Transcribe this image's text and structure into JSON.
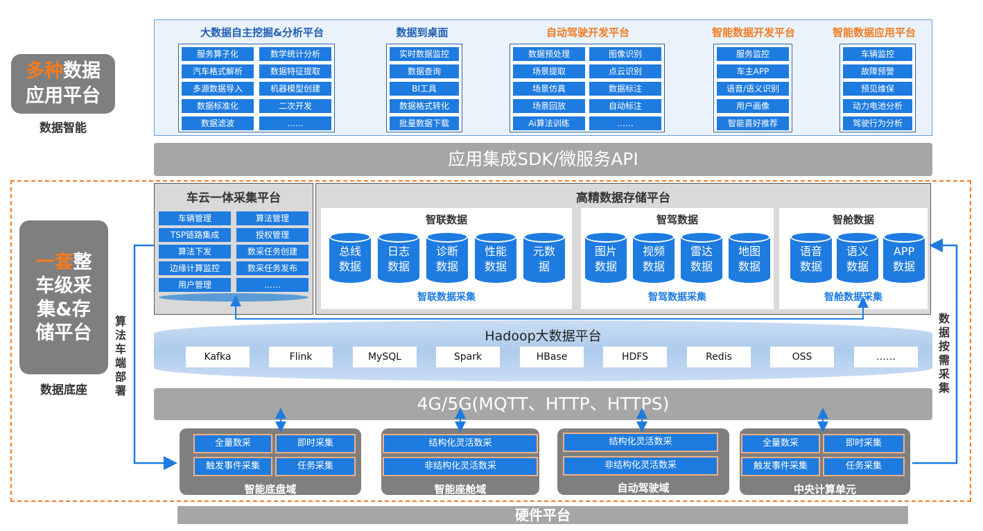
{
  "left": {
    "top_box": {
      "highlight": "多种",
      "line1_rest": "数据",
      "line2": "应用平台"
    },
    "top_caption": "数据智能",
    "mid_box": {
      "highlight": "一套",
      "line1_rest": "整",
      "line2": "车级采",
      "line3": "集&存",
      "line4": "储平台"
    },
    "mid_caption": "数据底座",
    "vertical_left": [
      "算",
      "法",
      "车",
      "端",
      "部",
      "署"
    ],
    "vertical_right": [
      "数",
      "据",
      "按",
      "需",
      "采",
      "集"
    ]
  },
  "platforms": [
    {
      "title": "大数据自主挖掘&分析平台",
      "color": "blue",
      "cells": [
        "服务算子化",
        "数学统计分析",
        "汽车格式解析",
        "数据特征提取",
        "多源数据导入",
        "机器模型创建",
        "数据标准化",
        "二次开发",
        "数据滤波",
        "……"
      ]
    },
    {
      "title": "数据到桌面",
      "color": "blue",
      "cells": [
        "实时数据监控",
        "数据查询",
        "BI工具",
        "数据格式转化",
        "批量数据下载"
      ]
    },
    {
      "title": "自动驾驶开发平台",
      "color": "orange",
      "cells": [
        "数据预处理",
        "图像识别",
        "场景提取",
        "点云识别",
        "场景仿真",
        "数据标注",
        "场景回放",
        "自动标注",
        "Ai算法训练",
        "……"
      ]
    },
    {
      "title": "智能数据开发平台",
      "color": "orange",
      "cells": [
        "服务监控",
        "车主APP",
        "语音/语义识别",
        "用户画像",
        "智能喜好推荐"
      ]
    },
    {
      "title": "智能数据应用平台",
      "color": "orange",
      "cells": [
        "车辆监控",
        "故障预警",
        "预见维保",
        "动力电池分析",
        "驾驶行为分析"
      ]
    }
  ],
  "sdk_bar": "应用集成SDK/微服务API",
  "collect": {
    "title": "车云一体采集平台",
    "cells": [
      "车辆管理",
      "算法管理",
      "TSP链路集成",
      "授权管理",
      "算法下发",
      "数采任务创建",
      "边缘计算监控",
      "数采任务发布",
      "用户管理",
      "……"
    ]
  },
  "storage": {
    "title": "高精数据存储平台",
    "sections": [
      {
        "title": "智联数据",
        "footer": "智联数据采集",
        "items": [
          [
            "总线",
            "数据"
          ],
          [
            "日志",
            "数据"
          ],
          [
            "诊断",
            "数据"
          ],
          [
            "性能",
            "数据"
          ],
          [
            "元数",
            "据"
          ]
        ]
      },
      {
        "title": "智驾数据",
        "footer": "智驾数据采集",
        "items": [
          [
            "图片",
            "数据"
          ],
          [
            "视频",
            "数据"
          ],
          [
            "雷达",
            "数据"
          ],
          [
            "地图",
            "数据"
          ]
        ]
      },
      {
        "title": "智舱数据",
        "footer": "智舱数据采集",
        "items": [
          [
            "语音",
            "数据"
          ],
          [
            "语义",
            "数据"
          ],
          [
            "APP",
            "数据"
          ]
        ]
      }
    ]
  },
  "hadoop": {
    "title": "Hadoop大数据平台",
    "techs": [
      "Kafka",
      "Flink",
      "MySQL",
      "Spark",
      "HBase",
      "HDFS",
      "Redis",
      "OSS",
      "……"
    ]
  },
  "network_bar": "4G/5G(MQTT、HTTP、HTTPS)",
  "domains": [
    {
      "caption": "智能底盘域",
      "chips": [
        "全量数采",
        "即时采集",
        "触发事件采集",
        "任务采集"
      ]
    },
    {
      "caption": "智能座舱域",
      "chips": [
        "结构化灵活数采",
        "非结构化灵活数采"
      ]
    },
    {
      "caption": "自动驾驶域",
      "chips": [
        "结构化灵活数采",
        "非结构化灵活数采"
      ]
    },
    {
      "caption": "中央计算单元",
      "chips": [
        "全量数采",
        "即时采集",
        "触发事件采集",
        "任务采集"
      ]
    }
  ],
  "hardware_bar": "硬件平台",
  "colors": {
    "accent_blue": "#1e7be0",
    "accent_orange": "#f27c22",
    "gray": "#7f7f7f"
  }
}
